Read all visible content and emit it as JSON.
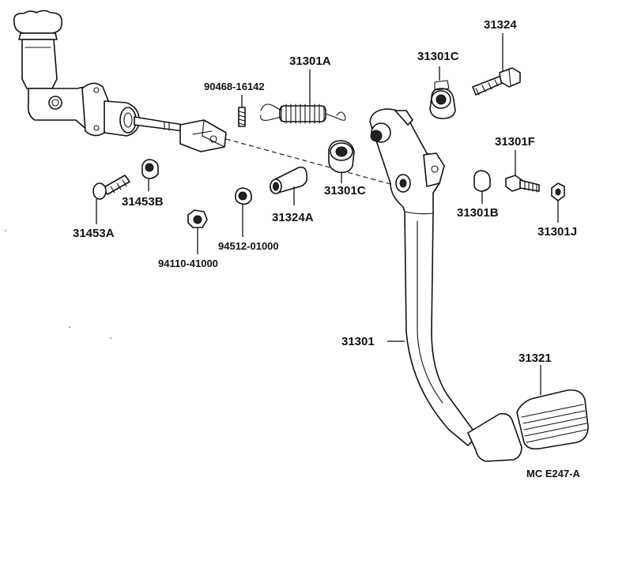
{
  "labels": {
    "p31324": "31324",
    "p31301A": "31301A",
    "p31301C_top": "31301C",
    "p90468": "90468-16142",
    "p31301F": "31301F",
    "p31453B": "31453B",
    "p31301C_mid": "31301C",
    "p31324A": "31324A",
    "p31301B": "31301B",
    "p31301J": "31301J",
    "p31453A": "31453A",
    "p94512": "94512-01000",
    "p94110": "94110-41000",
    "p31301": "31301",
    "p31321": "31321",
    "code": "MC  E247-A"
  }
}
